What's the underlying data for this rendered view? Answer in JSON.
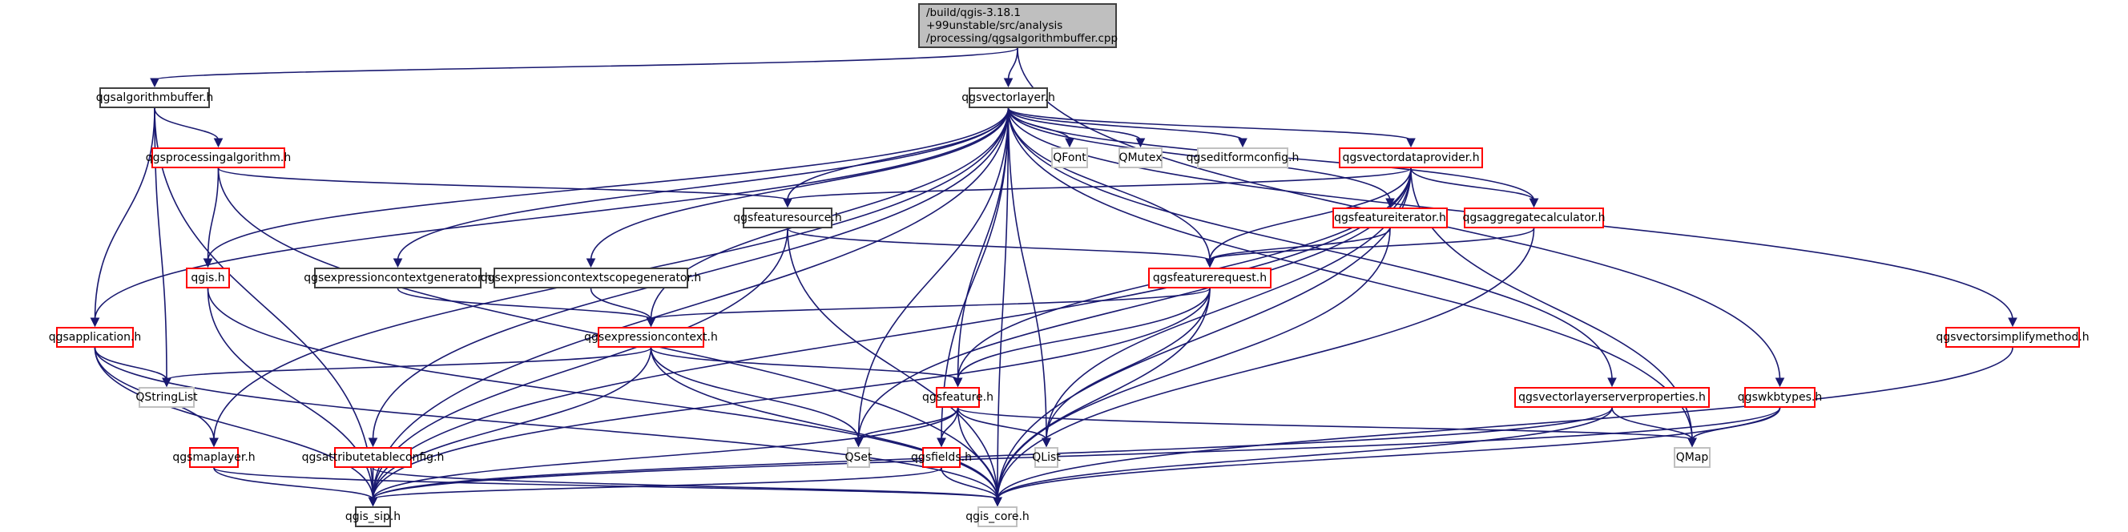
{
  "graph": {
    "root": {
      "id": "root",
      "lines": [
        "/build/qgis-3.18.1",
        "+99unstable/src/analysis",
        "/processing/qgsalgorithmbuffer.cpp"
      ]
    },
    "nodes": [
      {
        "id": "qgsalgorithmbuffer",
        "label": "qgsalgorithmbuffer.h",
        "style": "black"
      },
      {
        "id": "qgsvectorlayer",
        "label": "qgsvectorlayer.h",
        "style": "black"
      },
      {
        "id": "qgsprocessingalgorithm",
        "label": "qgsprocessingalgorithm.h",
        "style": "red"
      },
      {
        "id": "qfont",
        "label": "QFont",
        "style": "gray"
      },
      {
        "id": "qmutex",
        "label": "QMutex",
        "style": "gray"
      },
      {
        "id": "qgseditformconfig",
        "label": "qgseditformconfig.h",
        "style": "gray"
      },
      {
        "id": "qgsvectordataprovider",
        "label": "qgsvectordataprovider.h",
        "style": "red"
      },
      {
        "id": "qgsfeaturesource",
        "label": "qgsfeaturesource.h",
        "style": "black"
      },
      {
        "id": "qgsfeatureiterator",
        "label": "qgsfeatureiterator.h",
        "style": "red"
      },
      {
        "id": "qgsaggregatecalculator",
        "label": "qgsaggregatecalculator.h",
        "style": "red"
      },
      {
        "id": "qgis",
        "label": "qgis.h",
        "style": "red"
      },
      {
        "id": "qgsexpressioncontextgenerator",
        "label": "qgsexpressioncontextgenerator.h",
        "style": "black"
      },
      {
        "id": "qgsexpressioncontextscopegenerator",
        "label": "qgsexpressioncontextscopegenerator.h",
        "style": "black"
      },
      {
        "id": "qgsfeaturerequest",
        "label": "qgsfeaturerequest.h",
        "style": "red"
      },
      {
        "id": "qgsexpressioncontext",
        "label": "qgsexpressioncontext.h",
        "style": "red"
      },
      {
        "id": "qgsapplication",
        "label": "qgsapplication.h",
        "style": "red"
      },
      {
        "id": "qgsvectorsimplifymethod",
        "label": "qgsvectorsimplifymethod.h",
        "style": "red"
      },
      {
        "id": "qstringlist",
        "label": "QStringList",
        "style": "gray"
      },
      {
        "id": "qgsfeature",
        "label": "qgsfeature.h",
        "style": "red"
      },
      {
        "id": "qgsvectorlayerserverproperties",
        "label": "qgsvectorlayerserverproperties.h",
        "style": "red"
      },
      {
        "id": "qgswkbtypes",
        "label": "qgswkbtypes.h",
        "style": "red"
      },
      {
        "id": "qset",
        "label": "QSet",
        "style": "gray"
      },
      {
        "id": "qgsfields",
        "label": "qgsfields.h",
        "style": "red"
      },
      {
        "id": "qlist",
        "label": "QList",
        "style": "gray"
      },
      {
        "id": "qmap",
        "label": "QMap",
        "style": "gray"
      },
      {
        "id": "qgsmaplayer",
        "label": "qgsmaplayer.h",
        "style": "red"
      },
      {
        "id": "qgsattributetableconfig",
        "label": "qgsattributetableconfig.h",
        "style": "red"
      },
      {
        "id": "qgis_sip",
        "label": "qgis_sip.h",
        "style": "black"
      },
      {
        "id": "qgis_core",
        "label": "qgis_core.h",
        "style": "gray"
      }
    ],
    "edges": [
      [
        "root",
        "qgsalgorithmbuffer"
      ],
      [
        "root",
        "qgsvectorlayer"
      ],
      [
        "root",
        "qgswkbtypes"
      ],
      [
        "qgsalgorithmbuffer",
        "qgsprocessingalgorithm"
      ],
      [
        "qgsalgorithmbuffer",
        "qgsapplication"
      ],
      [
        "qgsalgorithmbuffer",
        "qstringlist"
      ],
      [
        "qgsalgorithmbuffer",
        "qgis_sip"
      ],
      [
        "qgsprocessingalgorithm",
        "qgis"
      ],
      [
        "qgsprocessingalgorithm",
        "qgsfeaturesource"
      ],
      [
        "qgsprocessingalgorithm",
        "qgis_core"
      ],
      [
        "qgsvectorlayer",
        "qfont"
      ],
      [
        "qgsvectorlayer",
        "qmutex"
      ],
      [
        "qgsvectorlayer",
        "qgseditformconfig"
      ],
      [
        "qgsvectorlayer",
        "qgsvectordataprovider"
      ],
      [
        "qgsvectorlayer",
        "qgsfeaturesource"
      ],
      [
        "qgsvectorlayer",
        "qgis"
      ],
      [
        "qgsvectorlayer",
        "qgsexpressioncontextgenerator"
      ],
      [
        "qgsvectorlayer",
        "qgsexpressioncontextscopegenerator"
      ],
      [
        "qgsvectorlayer",
        "qgsexpressioncontext"
      ],
      [
        "qgsvectorlayer",
        "qgsfeaturerequest"
      ],
      [
        "qgsvectorlayer",
        "qgsfeature"
      ],
      [
        "qgsvectorlayer",
        "qgsfeatureiterator"
      ],
      [
        "qgsvectorlayer",
        "qgsaggregatecalculator"
      ],
      [
        "qgsvectorlayer",
        "qgsvectorsimplifymethod"
      ],
      [
        "qgsvectorlayer",
        "qgsvectorlayerserverproperties"
      ],
      [
        "qgsvectorlayer",
        "qset"
      ],
      [
        "qgsvectorlayer",
        "qgsfields"
      ],
      [
        "qgsvectorlayer",
        "qlist"
      ],
      [
        "qgsvectorlayer",
        "qmap"
      ],
      [
        "qgsvectorlayer",
        "qgsmaplayer"
      ],
      [
        "qgsvectorlayer",
        "qgsattributetableconfig"
      ],
      [
        "qgsvectorlayer",
        "qgsapplication"
      ],
      [
        "qgsvectorlayer",
        "qgis_sip"
      ],
      [
        "qgsvectorlayer",
        "qgis_core"
      ],
      [
        "qgsvectordataprovider",
        "qgsfeaturesource"
      ],
      [
        "qgsvectordataprovider",
        "qgsfeaturerequest"
      ],
      [
        "qgsvectordataprovider",
        "qgsfeature"
      ],
      [
        "qgsvectordataprovider",
        "qgsaggregatecalculator"
      ],
      [
        "qgsvectordataprovider",
        "qset"
      ],
      [
        "qgsvectordataprovider",
        "qlist"
      ],
      [
        "qgsvectordataprovider",
        "qmap"
      ],
      [
        "qgsvectordataprovider",
        "qgis_sip"
      ],
      [
        "qgsvectordataprovider",
        "qgis_core"
      ],
      [
        "qgsfeaturesource",
        "qgsfeaturerequest"
      ],
      [
        "qgsfeaturesource",
        "qgis_sip"
      ],
      [
        "qgsfeaturesource",
        "qgis_core"
      ],
      [
        "qgsfeatureiterator",
        "qgsfeaturerequest"
      ],
      [
        "qgsfeatureiterator",
        "qgis_core"
      ],
      [
        "qgsaggregatecalculator",
        "qgsfeaturerequest"
      ],
      [
        "qgsaggregatecalculator",
        "qgis_core"
      ],
      [
        "qgis",
        "qgis_sip"
      ],
      [
        "qgis",
        "qgis_core"
      ],
      [
        "qgsexpressioncontextgenerator",
        "qgsexpressioncontext"
      ],
      [
        "qgsexpressioncontextscopegenerator",
        "qgsexpressioncontext"
      ],
      [
        "qgsfeaturerequest",
        "qgsexpressioncontext"
      ],
      [
        "qgsfeaturerequest",
        "qgsfeature"
      ],
      [
        "qgsfeaturerequest",
        "qlist"
      ],
      [
        "qgsfeaturerequest",
        "qgis_sip"
      ],
      [
        "qgsfeaturerequest",
        "qgis_core"
      ],
      [
        "qgsexpressioncontext",
        "qstringlist"
      ],
      [
        "qgsexpressioncontext",
        "qgsfeature"
      ],
      [
        "qgsexpressioncontext",
        "qset"
      ],
      [
        "qgsexpressioncontext",
        "qgis_sip"
      ],
      [
        "qgsexpressioncontext",
        "qgis_core"
      ],
      [
        "qgsapplication",
        "qstringlist"
      ],
      [
        "qgsapplication",
        "qgsmaplayer"
      ],
      [
        "qgsapplication",
        "qgis_sip"
      ],
      [
        "qgsapplication",
        "qgis_core"
      ],
      [
        "qgsfeature",
        "qset"
      ],
      [
        "qgsfeature",
        "qgsfields"
      ],
      [
        "qgsfeature",
        "qlist"
      ],
      [
        "qgsfeature",
        "qmap"
      ],
      [
        "qgsfeature",
        "qgis_sip"
      ],
      [
        "qgsfeature",
        "qgis_core"
      ],
      [
        "qgsfields",
        "qgis_sip"
      ],
      [
        "qgsfields",
        "qgis_core"
      ],
      [
        "qgsvectorlayerserverproperties",
        "qmap"
      ],
      [
        "qgsvectorlayerserverproperties",
        "qgis_sip"
      ],
      [
        "qgsvectorlayerserverproperties",
        "qgis_core"
      ],
      [
        "qgswkbtypes",
        "qmap"
      ],
      [
        "qgswkbtypes",
        "qgis_sip"
      ],
      [
        "qgswkbtypes",
        "qgis_core"
      ],
      [
        "qgsvectorsimplifymethod",
        "qgis_core"
      ],
      [
        "qgsmaplayer",
        "qgis_sip"
      ],
      [
        "qgsmaplayer",
        "qgis_core"
      ],
      [
        "qgsattributetableconfig",
        "qgis_sip"
      ],
      [
        "qgsattributetableconfig",
        "qgis_core"
      ]
    ],
    "colors": {
      "edge": "#191970",
      "red_border": "#ff0000",
      "black_border": "#404040",
      "gray_border": "#c0c0c0",
      "root_fill": "#bfbfbf"
    }
  }
}
